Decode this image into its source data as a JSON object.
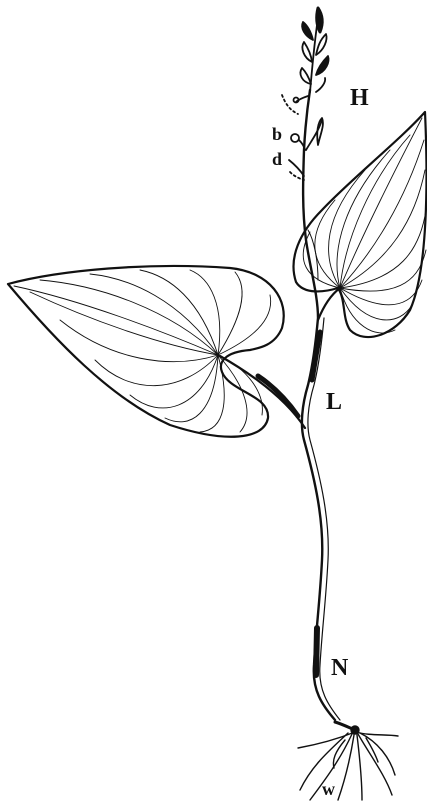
{
  "figure": {
    "labels": {
      "H": "H",
      "b": "b",
      "d": "d",
      "L": "L",
      "N": "N",
      "w": "w"
    },
    "colors": {
      "ink": "#111111",
      "paper": "#ffffff"
    }
  }
}
